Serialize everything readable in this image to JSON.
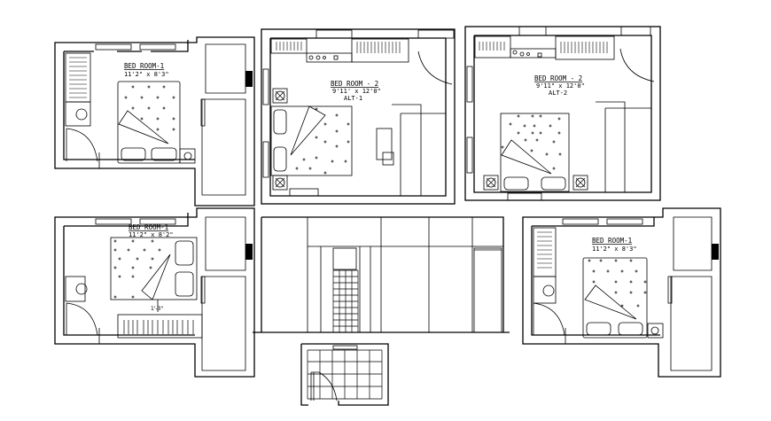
{
  "drawing": {
    "background": "#ffffff",
    "line_color": "#000000",
    "plans": [
      {
        "id": "plan-1",
        "room_name": "BED ROOM-1",
        "dimensions": "11'2\" x 8'3\""
      },
      {
        "id": "plan-2",
        "room_name": "BED ROOM - 2",
        "dimensions": "9'11' x 12'0\"",
        "variant": "ALT-1"
      },
      {
        "id": "plan-3",
        "room_name": "BED ROOM - 2",
        "dimensions": "9'11\" x 12'0\"",
        "variant": "ALT-2"
      },
      {
        "id": "plan-4",
        "room_name": "BED ROOM-1",
        "dimensions": "11'2\" x 8'2\"",
        "annotation": "1'-3\""
      },
      {
        "id": "plan-5",
        "room_name": "BED ROOM-1",
        "dimensions": "11'2\" x 8'3\""
      }
    ],
    "elevation": {
      "id": "elevation-view"
    },
    "bathroom": {
      "id": "bathroom-plan"
    }
  }
}
